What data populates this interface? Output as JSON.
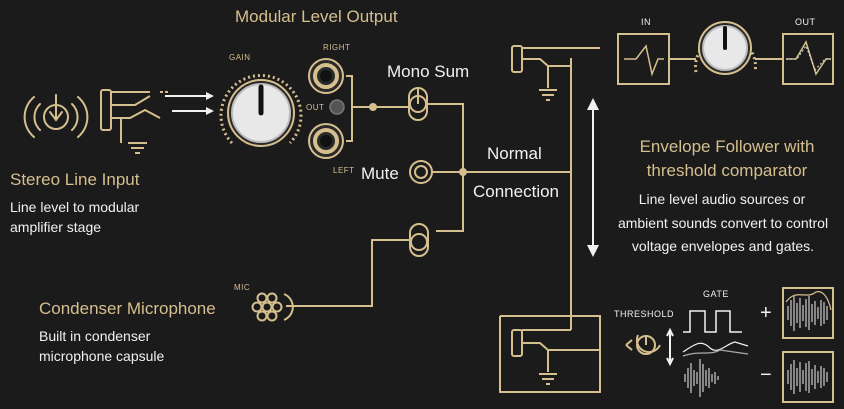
{
  "title": "Modular  Level Output",
  "jack_labels": {
    "gain": "GAIN",
    "right": "RIGHT",
    "out": "OUT",
    "left": "LEFT",
    "mic": "MIC"
  },
  "switch_labels": {
    "mono_sum": "Mono Sum",
    "mute": "Mute"
  },
  "normal_connection": {
    "line1": "Normal",
    "line2": "Connection"
  },
  "stereo_input": {
    "title": "Stereo Line Input",
    "desc_line1": "Line level to modular",
    "desc_line2": "amplifier stage"
  },
  "condenser_mic": {
    "title": "Condenser Microphone",
    "desc_line1": "Built in condenser",
    "desc_line2": "microphone capsule"
  },
  "envelope_follower": {
    "title_line1": "Envelope Follower with",
    "title_line2": "threshold comparator",
    "desc_line1": "Line level audio sources or",
    "desc_line2": "ambient sounds convert to control",
    "desc_line3": "voltage envelopes and gates."
  },
  "ef_labels": {
    "in": "IN",
    "out": "OUT",
    "threshold": "THRESHOLD",
    "gate": "GATE",
    "plus": "+",
    "minus": "−"
  },
  "colors": {
    "gold": "#d6bf8e",
    "background": "#1b1b1b",
    "text_white": "#f1f1f1"
  }
}
